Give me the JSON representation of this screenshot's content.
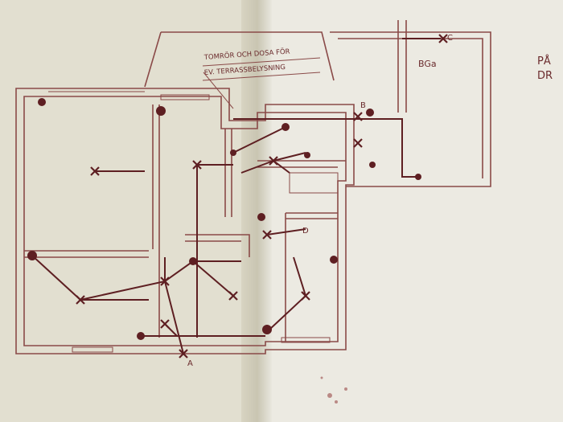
{
  "drawing": {
    "note_line1": "TOMRÖR OCH DOSA FÖR",
    "note_line2": "EV. TERRASSBELYSNING",
    "room_label": "BGa",
    "margin_text_line1": "PÅ",
    "margin_text_line2": "DR",
    "point_labels": {
      "a": "A",
      "b": "B",
      "c": "C",
      "d": "D"
    }
  },
  "colors": {
    "ink": "#5e1f22",
    "paper": "#e4e1d3",
    "paper_light": "#eceae2"
  }
}
